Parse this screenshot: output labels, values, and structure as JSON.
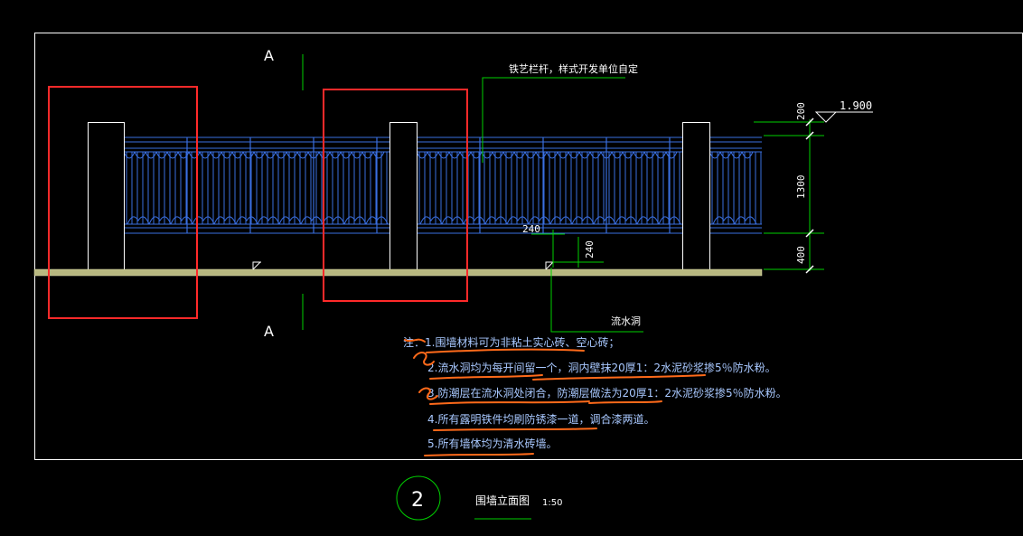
{
  "section_marks": {
    "top": "A",
    "bottom": "A"
  },
  "callouts": {
    "railing": "铁艺栏杆，样式开发单位自定",
    "drain": "流水洞"
  },
  "dimensions": {
    "elevation": "1.900",
    "dim_200": "200",
    "dim_1300": "1300",
    "dim_400": "400",
    "drain_w": "240",
    "drain_h": "240"
  },
  "notes": [
    "注：1.围墙材料可为非粘土实心砖、空心砖；",
    "2.流水洞均为每开间留一个，洞内壁抹20厚1：2水泥砂浆掺5％防水粉。",
    "3.防潮层在流水洞处闭合，防潮层做法为20厚1：2水泥砂浆掺5％防水粉。",
    "4.所有露明铁件均刷防锈漆一道，调合漆两道。",
    "5.所有墙体均为清水砖墙。"
  ],
  "title_block": {
    "number": "2",
    "title": "围墙立面图",
    "scale": "1:50"
  },
  "colors": {
    "frame": "#ffffff",
    "railing": "#3a6fe0",
    "dimension": "#00d000",
    "callout_line": "#00d000",
    "highlight_box": "#ff2a2a",
    "handwriting": "#ff6a1a",
    "ground": "#c8c88a",
    "note_text": "#a8c8ff"
  }
}
